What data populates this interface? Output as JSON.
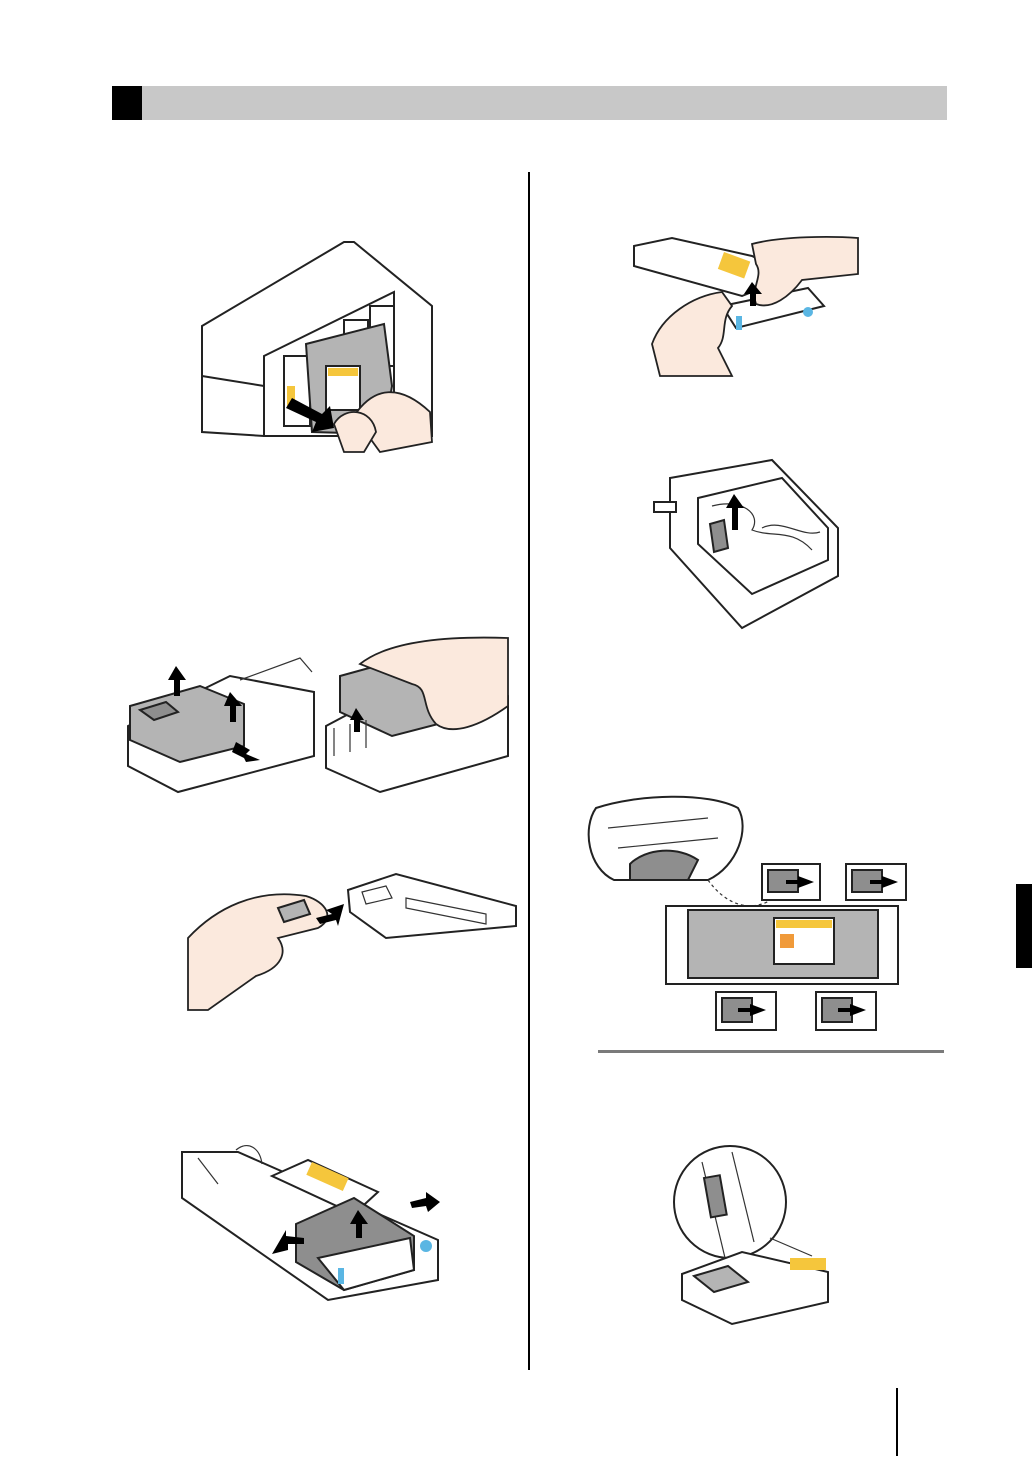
{
  "header": {
    "title": ""
  },
  "figures": [
    {
      "name": "fig-remove-cartridge"
    },
    {
      "name": "fig-open-cover"
    },
    {
      "name": "fig-remove-tab"
    },
    {
      "name": "fig-lift-lid"
    },
    {
      "name": "fig-pull-tab"
    },
    {
      "name": "fig-lift-bag"
    },
    {
      "name": "fig-align-bag"
    },
    {
      "name": "fig-check-clip"
    }
  ],
  "icons": [
    "arrow-icon",
    "warning-label-icon"
  ],
  "colors": {
    "header_bar": "#c8c8c8",
    "label_yellow": "#f5c63c",
    "accent_cyan": "#5ab6e3",
    "note_rule": "#7a7a7a"
  }
}
